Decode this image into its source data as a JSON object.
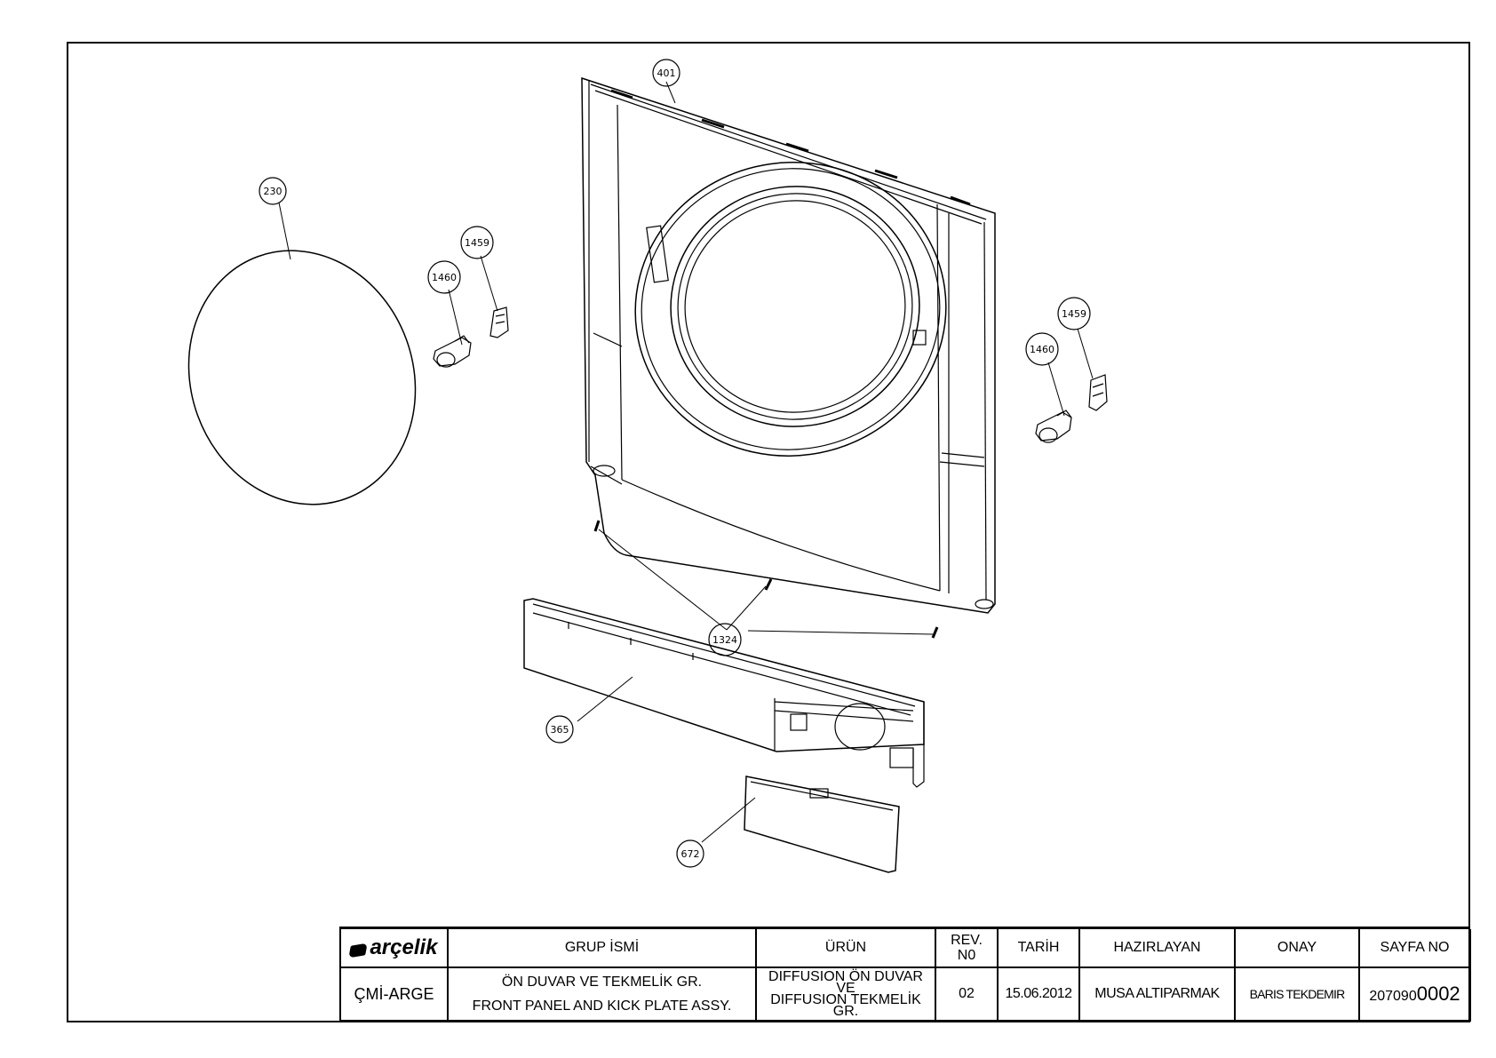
{
  "callouts": {
    "c401": "401",
    "c230": "230",
    "c1459a": "1459",
    "c1460a": "1460",
    "c1459b": "1459",
    "c1460b": "1460",
    "c1324": "1324",
    "c365": "365",
    "c672": "672"
  },
  "title_block": {
    "logo": "arçelik",
    "headers": {
      "group_name": "GRUP İSMİ",
      "product": "ÜRÜN",
      "rev_no_line1": "REV.",
      "rev_no_line2": "N0",
      "date": "TARİH",
      "prepared_by": "HAZIRLAYAN",
      "approval": "ONAY",
      "page_no": "SAYFA NO"
    },
    "values": {
      "department": "ÇMİ-ARGE",
      "group_name_tr": "ÖN DUVAR VE TEKMELİK GR.",
      "group_name_en": "FRONT PANEL AND KICK PLATE ASSY.",
      "product_line1": "DIFFUSION  ÖN DUVAR",
      "product_line2": "VE",
      "product_line3": "DIFFUSION TEKMELİK GR.",
      "rev_no": "02",
      "date": "15.06.2012",
      "prepared_by": "MUSA ALTIPARMAK",
      "approval": "BARIS TEKDEMIR",
      "page_no_prefix": "207090",
      "page_no_suffix": "0002"
    }
  }
}
